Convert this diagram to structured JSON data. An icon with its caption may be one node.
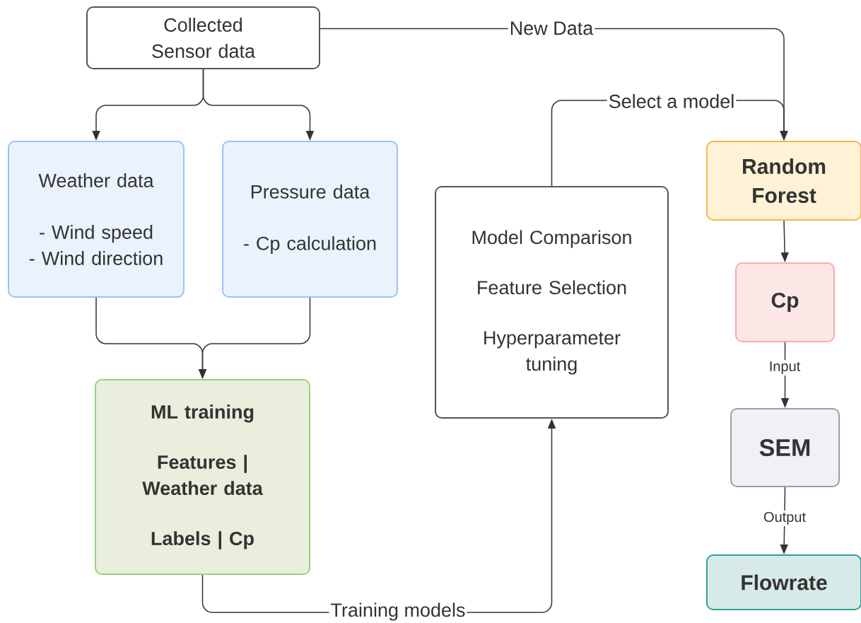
{
  "diagram": {
    "nodes": [
      {
        "text": [
          "Collected Sensor data"
        ]
      },
      {
        "text": [
          "Weather data",
          "- Wind speed",
          "- Wind direction"
        ]
      },
      {
        "text": [
          "Pressure data",
          "- Cp calculation"
        ]
      },
      {
        "text": [
          "ML training",
          "Features | Weather data",
          "Labels | Cp"
        ]
      },
      {
        "text": [
          "Model Comparison",
          "Feature Selection",
          "Hyperparameter tuning"
        ]
      },
      {
        "text": [
          "Random Forest"
        ]
      },
      {
        "text": [
          "Cp"
        ]
      },
      {
        "text": [
          "SEM"
        ]
      },
      {
        "text": [
          "Flowrate"
        ]
      }
    ],
    "edges": [
      {
        "from": 0,
        "to": 1,
        "arrow": "to"
      },
      {
        "from": 0,
        "to": 2,
        "arrow": "to"
      },
      {
        "from": 1,
        "to": 3,
        "arrow": "to"
      },
      {
        "from": 2,
        "to": 3,
        "arrow": "to"
      },
      {
        "from": 3,
        "to": 4,
        "arrow": "to",
        "label": "Training models"
      },
      {
        "from": 4,
        "to": 5,
        "arrow": "to",
        "label": "Select a model"
      },
      {
        "from": 0,
        "to": 5,
        "arrow": "to",
        "label": "New Data"
      },
      {
        "from": 5,
        "to": 6,
        "arrow": "to"
      },
      {
        "from": 6,
        "to": 7,
        "arrow": "to",
        "label": "Input"
      },
      {
        "from": 7,
        "to": 8,
        "arrow": "to",
        "label": "Output"
      }
    ]
  }
}
